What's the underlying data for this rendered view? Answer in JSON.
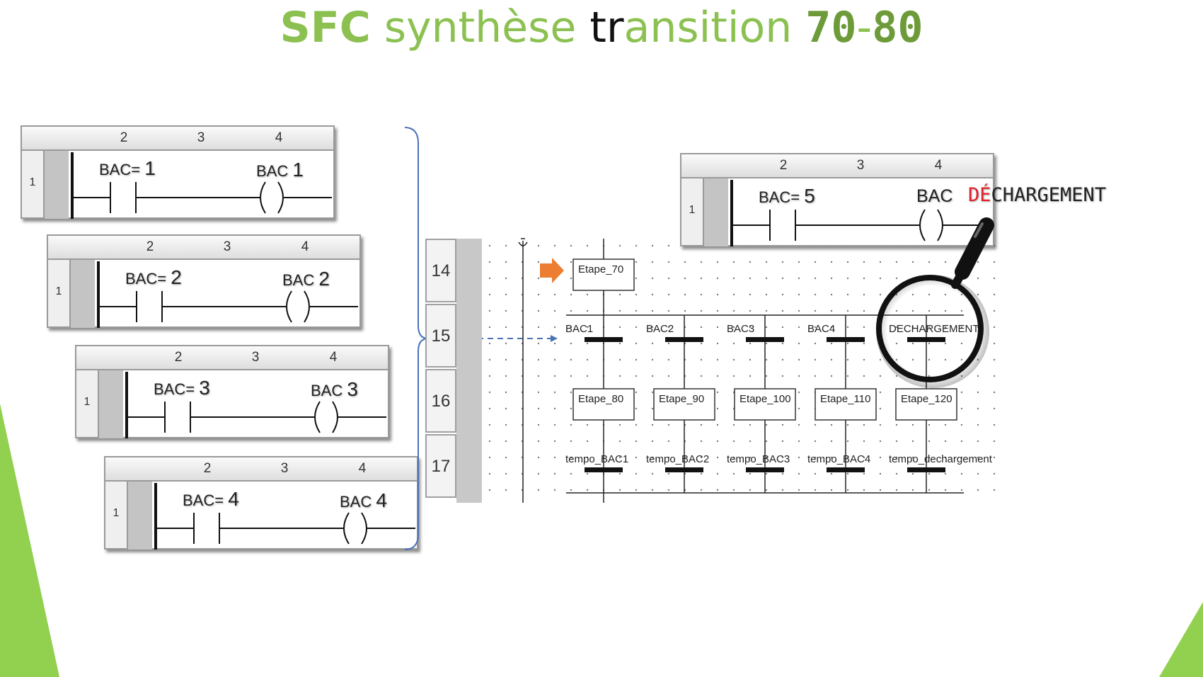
{
  "title": {
    "part1": "SFC",
    "part2": " synthèse ",
    "part3": "tr",
    "part4": "ansition ",
    "part5": "70",
    "part6": "-",
    "part7": "80"
  },
  "ladder_header": {
    "col2": "2",
    "col3": "3",
    "col4": "4",
    "row": "1"
  },
  "ladders": [
    {
      "contact_prefix": "BAC= ",
      "contact_value": "1",
      "coil_prefix": "BAC ",
      "coil_value": "1"
    },
    {
      "contact_prefix": "BAC= ",
      "contact_value": "2",
      "coil_prefix": "BAC ",
      "coil_value": "2"
    },
    {
      "contact_prefix": "BAC= ",
      "contact_value": "3",
      "coil_prefix": "BAC ",
      "coil_value": "3"
    },
    {
      "contact_prefix": "BAC= ",
      "contact_value": "4",
      "coil_prefix": "BAC ",
      "coil_value": "4"
    }
  ],
  "ladder5": {
    "contact_prefix": "BAC= ",
    "contact_value": "5",
    "coil_prefix": "BAC ",
    "coil_red": "DÉ",
    "coil_rest": "CHARGEMENT"
  },
  "sfc_rows": [
    "14",
    "15",
    "16",
    "17"
  ],
  "sfc": {
    "initial_step": "Etape_70",
    "transitions": [
      "BAC1",
      "BAC2",
      "BAC3",
      "BAC4",
      "DECHARGEMENT"
    ],
    "steps": [
      "Etape_80",
      "Etape_90",
      "Etape_100",
      "Etape_110",
      "Etape_120"
    ],
    "timer_transitions": [
      "tempo_BAC1",
      "tempo_BAC2",
      "tempo_BAC3",
      "tempo_BAC4",
      "tempo_dechargement"
    ]
  },
  "colors": {
    "title_green": "#8cc152",
    "title_dark_green": "#6e9b3a",
    "arrow_orange": "#ed7d31",
    "bracket_blue": "#4a72b8",
    "accent_red": "#e0202a",
    "corner_green": "#92d050"
  }
}
